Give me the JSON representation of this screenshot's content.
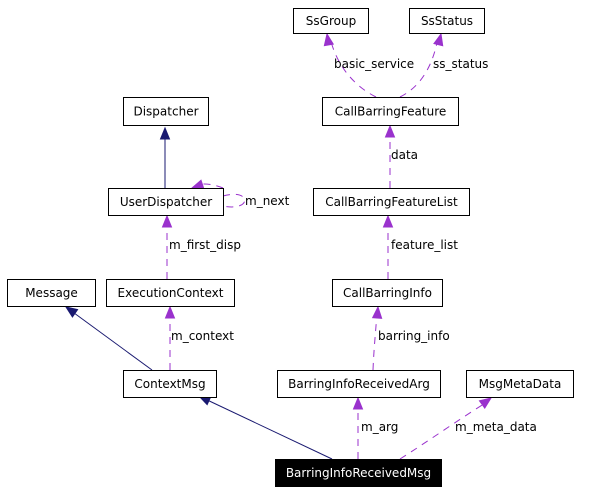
{
  "diagram": {
    "colors": {
      "inheritance": "#191970",
      "usage": "#9a32cd",
      "focus_fill": "#000000",
      "focus_text": "#ffffff"
    },
    "nodes": [
      {
        "id": "ssgroup",
        "label": "SsGroup"
      },
      {
        "id": "ssstatus",
        "label": "SsStatus"
      },
      {
        "id": "dispatcher",
        "label": "Dispatcher"
      },
      {
        "id": "callbarringfeature",
        "label": "CallBarringFeature"
      },
      {
        "id": "userdispatcher",
        "label": "UserDispatcher"
      },
      {
        "id": "callbarringfeaturelist",
        "label": "CallBarringFeatureList"
      },
      {
        "id": "message",
        "label": "Message"
      },
      {
        "id": "executioncontext",
        "label": "ExecutionContext"
      },
      {
        "id": "callbarringinfo",
        "label": "CallBarringInfo"
      },
      {
        "id": "contextmsg",
        "label": "ContextMsg"
      },
      {
        "id": "barringinforeceivedarg",
        "label": "BarringInfoReceivedArg"
      },
      {
        "id": "msgmetadata",
        "label": "MsgMetaData"
      },
      {
        "id": "barringinforeceivedmsg",
        "label": "BarringInfoReceivedMsg",
        "focus": true
      }
    ],
    "edges": [
      {
        "id": "e_basic_service",
        "from": "callbarringfeature",
        "to": "ssgroup",
        "kind": "usage",
        "label": "basic_service"
      },
      {
        "id": "e_ss_status",
        "from": "callbarringfeature",
        "to": "ssstatus",
        "kind": "usage",
        "label": "ss_status"
      },
      {
        "id": "e_userdispatcher_dispatcher",
        "from": "userdispatcher",
        "to": "dispatcher",
        "kind": "inheritance",
        "label": ""
      },
      {
        "id": "e_m_next",
        "from": "userdispatcher",
        "to": "userdispatcher",
        "kind": "usage",
        "label": "m_next"
      },
      {
        "id": "e_data",
        "from": "callbarringfeaturelist",
        "to": "callbarringfeature",
        "kind": "usage",
        "label": "data"
      },
      {
        "id": "e_m_first_disp",
        "from": "executioncontext",
        "to": "userdispatcher",
        "kind": "usage",
        "label": "m_first_disp"
      },
      {
        "id": "e_feature_list",
        "from": "callbarringinfo",
        "to": "callbarringfeaturelist",
        "kind": "usage",
        "label": "feature_list"
      },
      {
        "id": "e_contextmsg_message",
        "from": "contextmsg",
        "to": "message",
        "kind": "inheritance",
        "label": ""
      },
      {
        "id": "e_m_context",
        "from": "contextmsg",
        "to": "executioncontext",
        "kind": "usage",
        "label": "m_context"
      },
      {
        "id": "e_barring_info",
        "from": "barringinforeceivedarg",
        "to": "callbarringinfo",
        "kind": "usage",
        "label": "barring_info"
      },
      {
        "id": "e_msg_contextmsg",
        "from": "barringinforeceivedmsg",
        "to": "contextmsg",
        "kind": "inheritance",
        "label": ""
      },
      {
        "id": "e_m_arg",
        "from": "barringinforeceivedmsg",
        "to": "barringinforeceivedarg",
        "kind": "usage",
        "label": "m_arg"
      },
      {
        "id": "e_m_meta_data",
        "from": "barringinforeceivedmsg",
        "to": "msgmetadata",
        "kind": "usage",
        "label": "m_meta_data"
      }
    ]
  }
}
